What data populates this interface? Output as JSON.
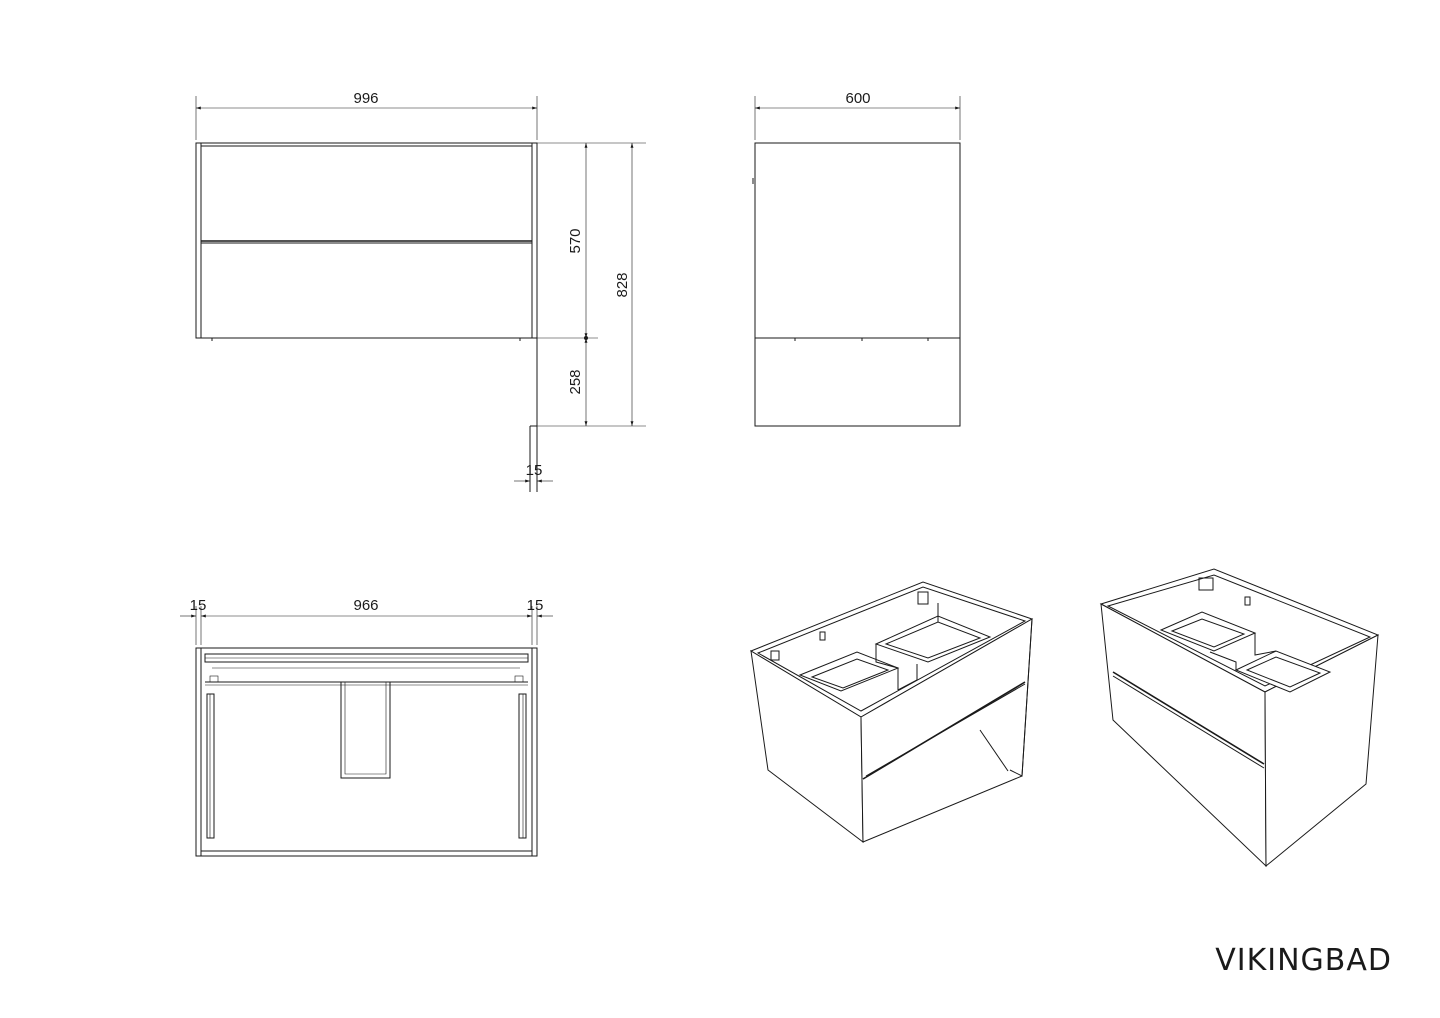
{
  "front_view": {
    "width": "996",
    "drawer_height": "570",
    "total_height": "828",
    "bottom_height": "258",
    "offset": "15"
  },
  "side_view": {
    "depth": "600"
  },
  "top_view": {
    "left_margin": "15",
    "inner_width": "966",
    "right_margin": "15"
  },
  "brand": {
    "name": "VIKINGBAD"
  }
}
